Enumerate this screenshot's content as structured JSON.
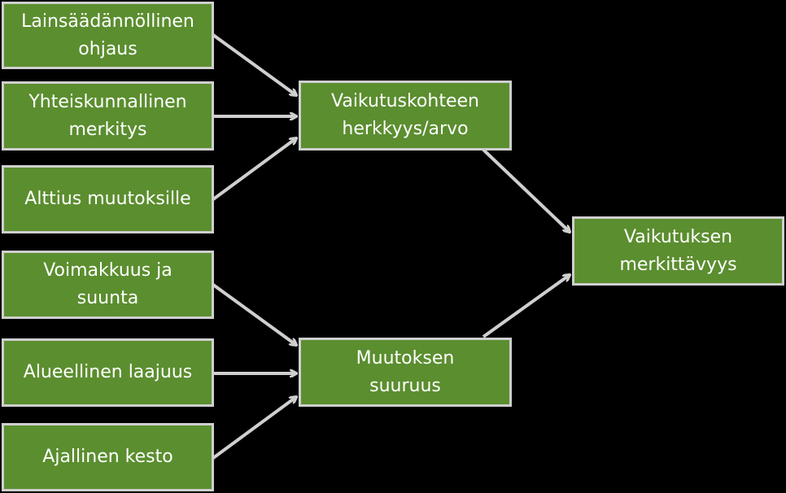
{
  "colors": {
    "box_fill": "#5b8e2f",
    "box_border": "#cfcfcf",
    "arrow": "#cfcfcf",
    "background": "#000000"
  },
  "nodes": {
    "legislative": "Lainsäädännöllinen\nohjaus",
    "societal": "Yhteiskunnallinen\nmerkitys",
    "exposure": "Alttius muutoksille",
    "intensity": "Voimakkuus ja\nsuunta",
    "extent": "Alueellinen laajuus",
    "duration": "Ajallinen kesto",
    "sensitivity": "Vaikutuskohteen\nherkkyys/arvo",
    "magnitude": "Muutoksen\nsuuruus",
    "significance": "Vaikutuksen\nmerkittävyys"
  },
  "edges": [
    {
      "from": "legislative",
      "to": "sensitivity"
    },
    {
      "from": "societal",
      "to": "sensitivity"
    },
    {
      "from": "exposure",
      "to": "sensitivity"
    },
    {
      "from": "intensity",
      "to": "magnitude"
    },
    {
      "from": "extent",
      "to": "magnitude"
    },
    {
      "from": "duration",
      "to": "magnitude"
    },
    {
      "from": "sensitivity",
      "to": "significance"
    },
    {
      "from": "magnitude",
      "to": "significance"
    }
  ]
}
